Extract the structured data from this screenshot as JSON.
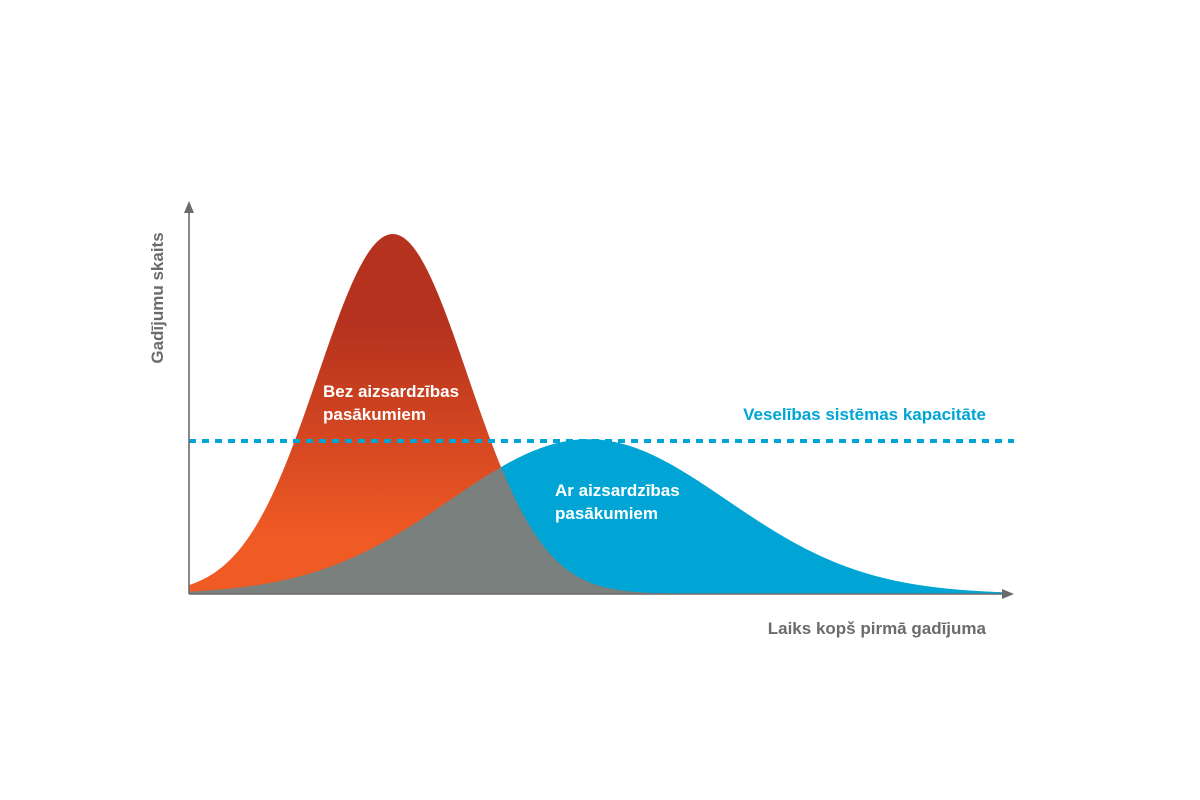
{
  "chart_data": {
    "type": "area",
    "xlabel": "Laiks kopš pirmā gadījuma",
    "ylabel": "Gadījumu skaits",
    "xlim": [
      0,
      100
    ],
    "ylim": [
      0,
      100
    ],
    "grid": false,
    "series": [
      {
        "name_lines": [
          "Bez aizsardzības",
          "pasākumiem"
        ],
        "color_top": "#b5321e",
        "color_bottom": "#f05a24",
        "mean": 25,
        "sd": 9.2,
        "peak": 100
      },
      {
        "name_lines": [
          "Ar aizsardzības",
          "pasākumiem"
        ],
        "color": "#00a5d6",
        "mean": 49,
        "sd": 17,
        "peak": 43
      }
    ],
    "overlap_color": "#7a807d",
    "threshold": {
      "label": "Veselības sistēmas kapacitāte",
      "value": 42.5,
      "color": "#00a5d6"
    }
  }
}
